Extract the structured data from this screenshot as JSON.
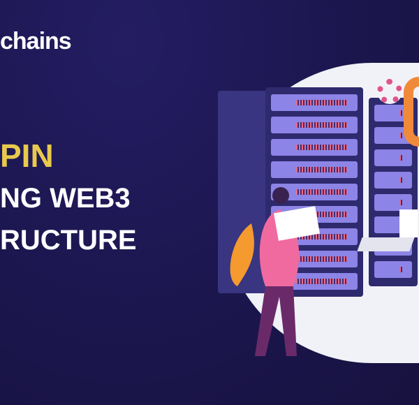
{
  "brand": {
    "logo_text": "chains"
  },
  "headline": {
    "line1": "PIN",
    "line2": "NG WEB3",
    "line3": "RUCTURE"
  },
  "colors": {
    "background": "#1b164d",
    "accent": "#e8c94d",
    "illustration_bg": "#f1f2f7"
  }
}
